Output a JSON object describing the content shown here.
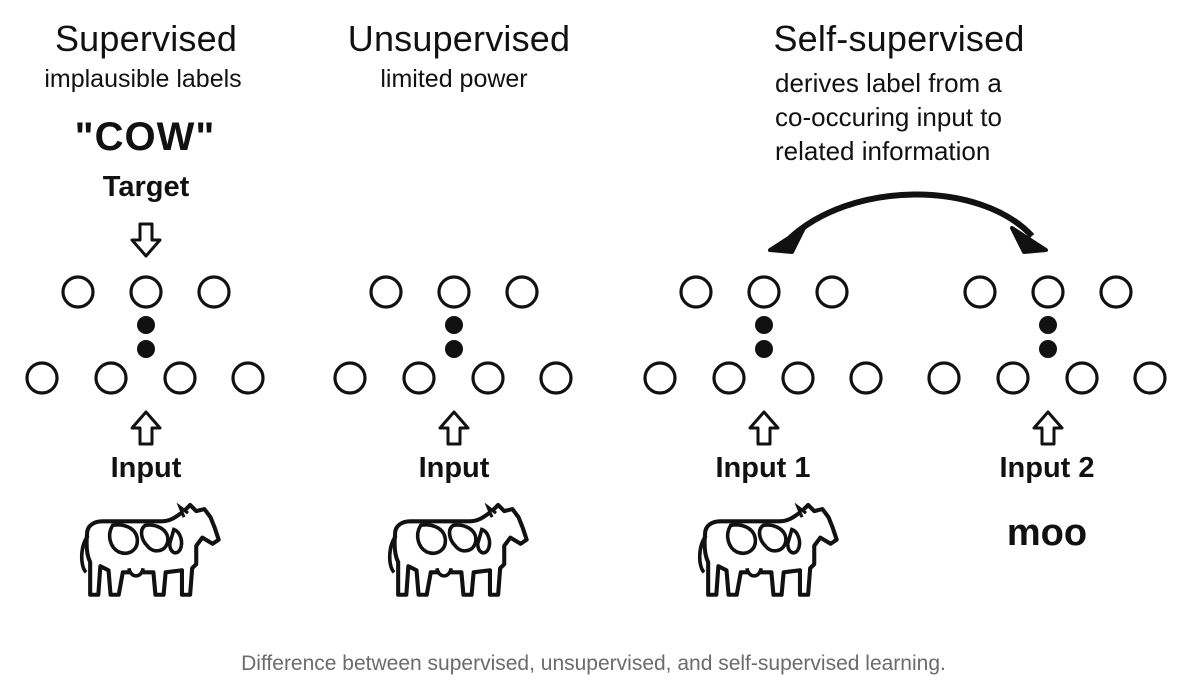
{
  "panels": {
    "supervised": {
      "title": "Supervised",
      "subtitle": "implausible labels",
      "target_value": "\"COW\"",
      "target_label": "Target",
      "input_label": "Input",
      "input_icon": "cow-icon"
    },
    "unsupervised": {
      "title": "Unsupervised",
      "subtitle": "limited power",
      "input_label": "Input",
      "input_icon": "cow-icon"
    },
    "self_supervised": {
      "title": "Self-supervised",
      "description": [
        "derives label from a",
        "co-occuring input to",
        "related information"
      ],
      "input1_label": "Input 1",
      "input1_icon": "cow-icon",
      "input2_label": "Input 2",
      "input2_value": "moo"
    }
  },
  "caption": "Difference between supervised, unsupervised, and self-supervised learning.",
  "colors": {
    "ink": "#111111",
    "caption": "#6b6b6b",
    "background": "#ffffff"
  }
}
